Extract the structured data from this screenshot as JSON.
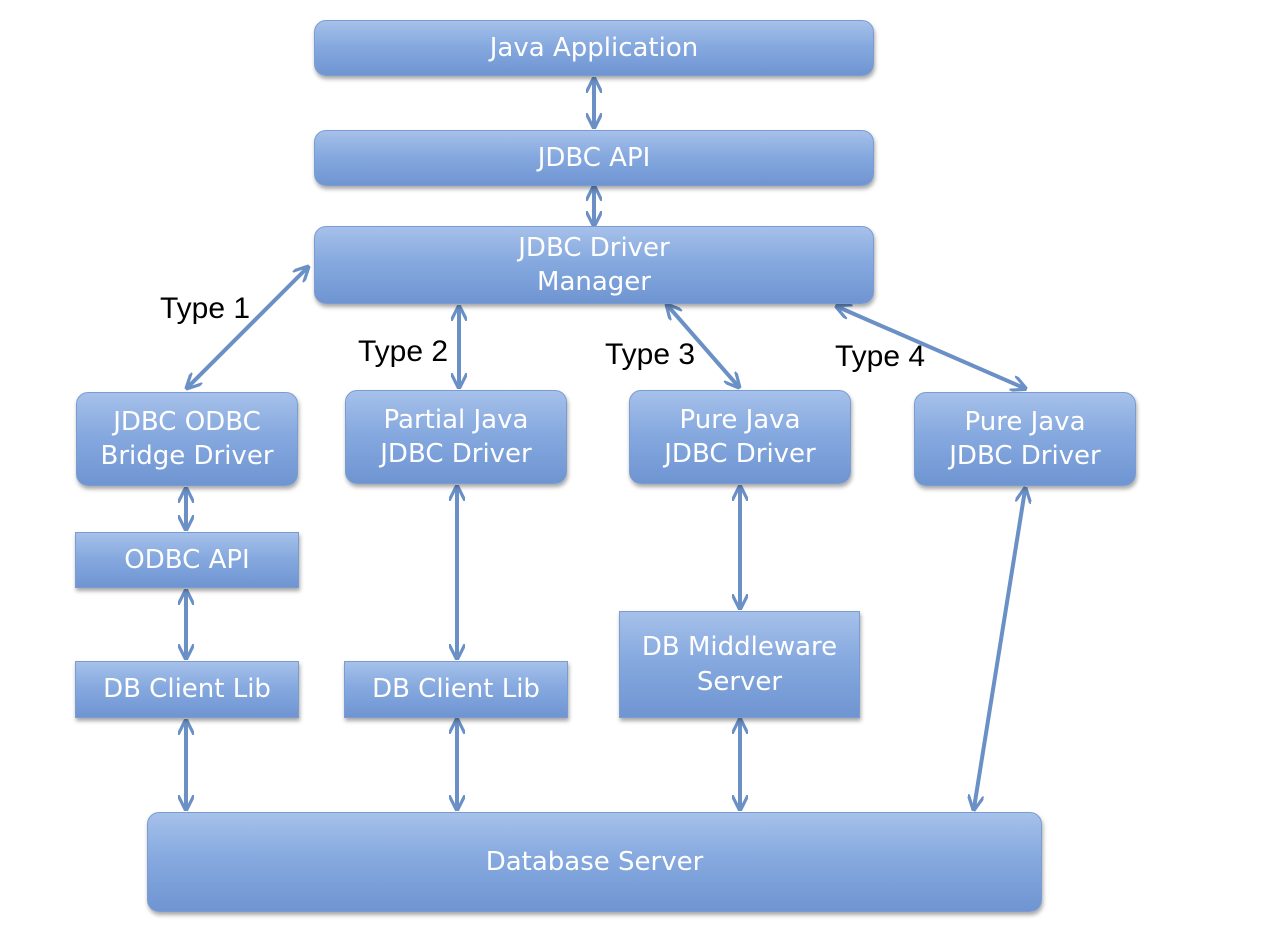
{
  "nodes": {
    "java_app": "Java Application",
    "jdbc_api": "JDBC API",
    "driver_manager": [
      "JDBC Driver",
      "Manager"
    ],
    "type1_driver": [
      "JDBC ODBC",
      "Bridge Driver"
    ],
    "odbc_api": "ODBC API",
    "db_client_lib_1": "DB Client Lib",
    "type2_driver": [
      "Partial Java",
      "JDBC Driver"
    ],
    "db_client_lib_2": "DB Client Lib",
    "type3_driver": [
      "Pure Java",
      "JDBC Driver"
    ],
    "db_middleware": [
      "DB Middleware",
      "Server"
    ],
    "type4_driver": [
      "Pure Java",
      "JDBC Driver"
    ],
    "database_server": "Database Server"
  },
  "edge_labels": {
    "type1": "Type 1",
    "type2": "Type 2",
    "type3": "Type 3",
    "type4": "Type 4"
  },
  "colors": {
    "box_top": "#a6c1ea",
    "box_bottom": "#6f95d2",
    "arrow": "#6a90c6",
    "text": "#ffffff"
  }
}
